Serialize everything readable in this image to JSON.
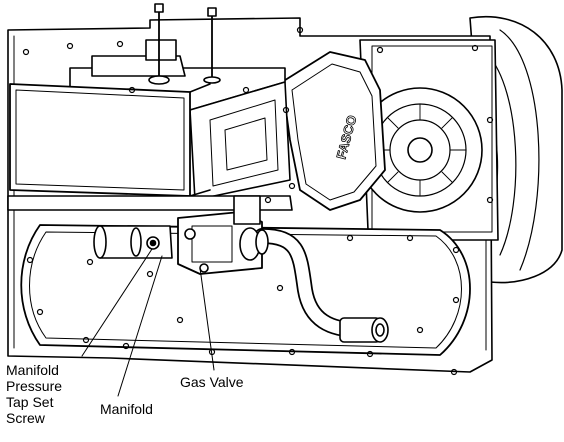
{
  "callouts": {
    "manifold_pressure_tap": [
      "Manifold",
      "Pressure",
      "Tap Set",
      "Screw"
    ],
    "manifold": "Manifold",
    "gas_valve": "Gas Valve"
  },
  "blower_brand": "FASCO"
}
